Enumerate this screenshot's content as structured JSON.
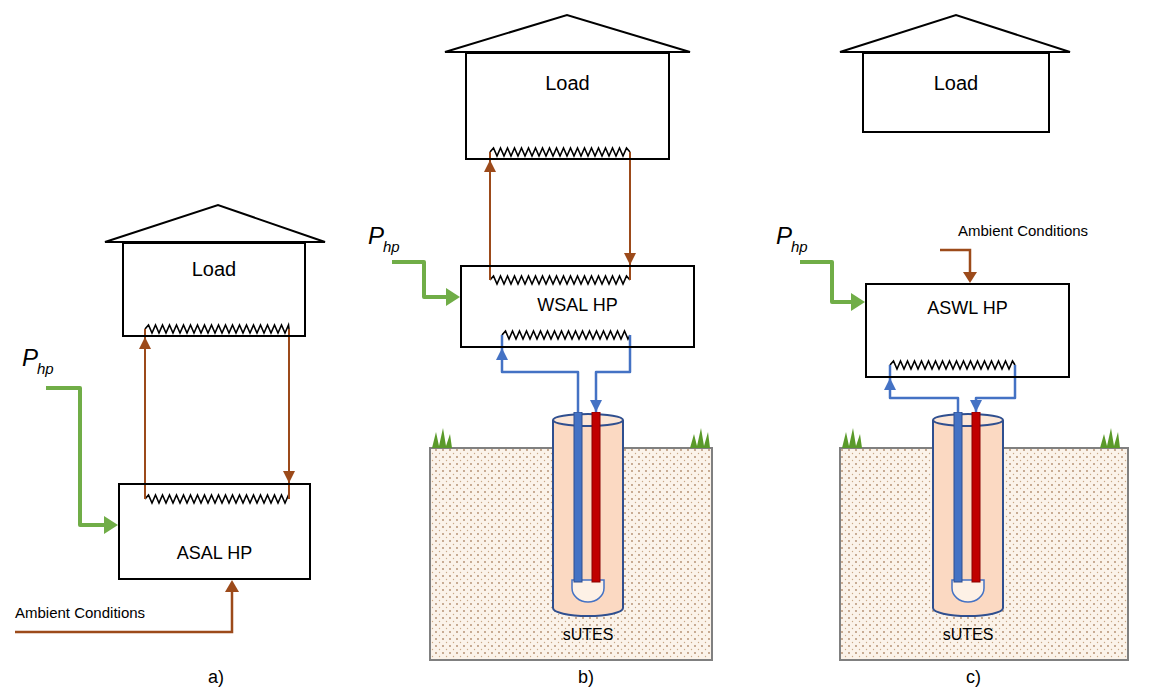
{
  "diagram": {
    "nodes": [
      {
        "text": [
          "Load"
        ]
      },
      {
        "text": [
          "ASAL HP"
        ]
      },
      {
        "text": [
          "Load"
        ]
      },
      {
        "text": [
          "WSAL HP"
        ]
      },
      {
        "text": [
          "sUTES"
        ]
      },
      {
        "text": [
          "Load"
        ]
      },
      {
        "text": [
          "ASWL HP"
        ]
      },
      {
        "text": [
          "sUTES"
        ]
      }
    ],
    "edges": [
      {
        "from": 1,
        "to": 0,
        "arrow": "to"
      },
      {
        "from": 0,
        "to": 1,
        "arrow": "to"
      },
      {
        "from": 3,
        "to": 2,
        "arrow": "to"
      },
      {
        "from": 2,
        "to": 3,
        "arrow": "to"
      },
      {
        "from": 4,
        "to": 3,
        "arrow": "to"
      },
      {
        "from": 3,
        "to": 4,
        "arrow": "to"
      },
      {
        "from": 7,
        "to": 6,
        "arrow": "to"
      },
      {
        "from": 6,
        "to": 7,
        "arrow": "to"
      }
    ],
    "labels": [
      "P",
      "hp",
      "Ambient Conditions",
      "a)",
      "P",
      "hp",
      "b)",
      "P",
      "hp",
      "Ambient Conditions",
      "c)"
    ]
  }
}
